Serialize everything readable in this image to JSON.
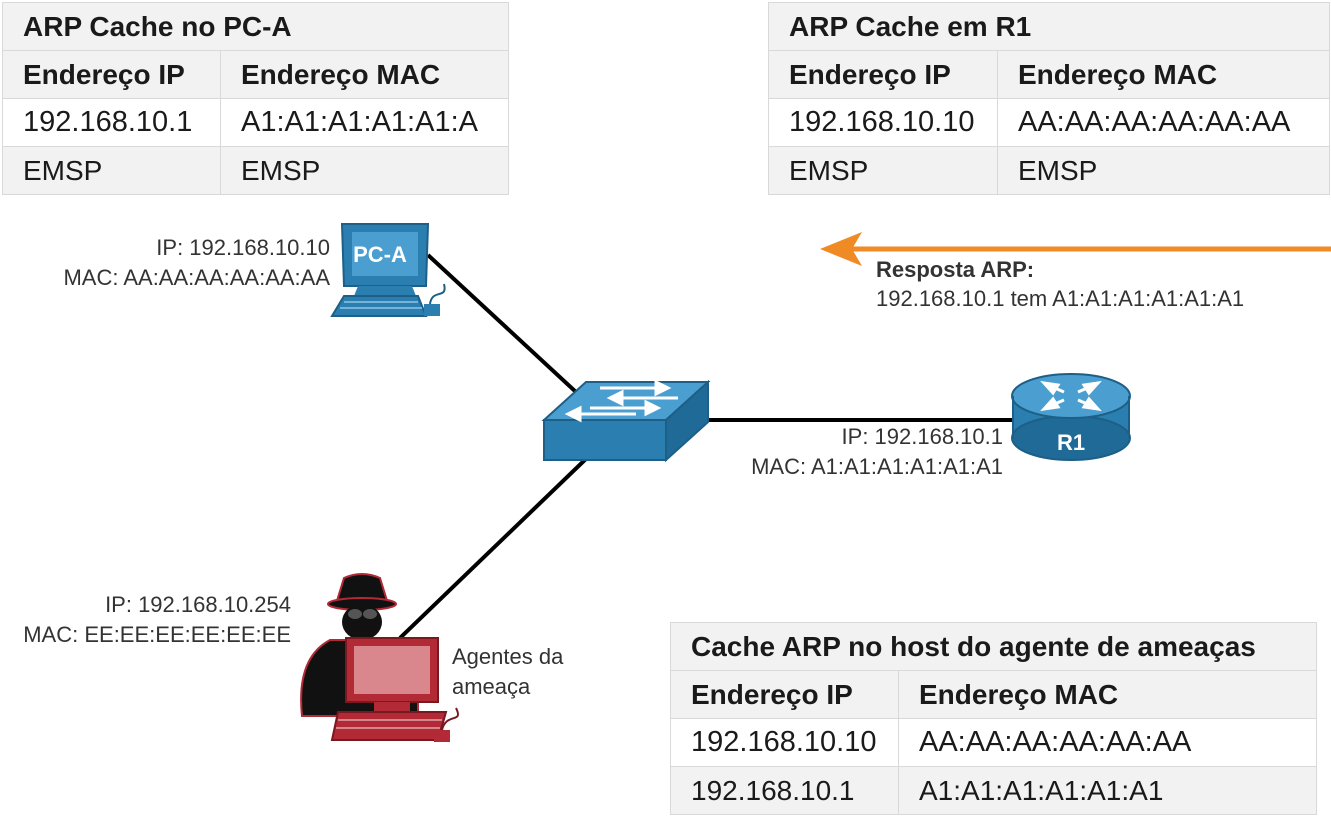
{
  "tables": {
    "pc_a": {
      "title": "ARP Cache no PC-A",
      "col_ip": "Endereço IP",
      "col_mac": "Endereço MAC",
      "rows": [
        {
          "ip": "192.168.10.1",
          "mac": "A1:A1:A1:A1:A1:A"
        },
        {
          "ip": "EMSP",
          "mac": "EMSP"
        }
      ]
    },
    "r1": {
      "title": "ARP Cache em R1",
      "col_ip": "Endereço IP",
      "col_mac": "Endereço MAC",
      "rows": [
        {
          "ip": "192.168.10.10",
          "mac": "AA:AA:AA:AA:AA:AA"
        },
        {
          "ip": "EMSP",
          "mac": "EMSP"
        }
      ]
    },
    "attacker": {
      "title": "Cache ARP no host do agente de ameaças",
      "col_ip": "Endereço IP",
      "col_mac": "Endereço MAC",
      "rows": [
        {
          "ip": "192.168.10.10",
          "mac": "AA:AA:AA:AA:AA:AA"
        },
        {
          "ip": "192.168.10.1",
          "mac": "A1:A1:A1:A1:A1:A1"
        }
      ]
    }
  },
  "devices": {
    "pc_a": {
      "label": "PC-A",
      "ip": "IP: 192.168.10.10",
      "mac": "MAC: AA:AA:AA:AA:AA:AA"
    },
    "r1": {
      "label": "R1",
      "ip": "IP: 192.168.10.1",
      "mac": "MAC: A1:A1:A1:A1:A1:A1"
    },
    "attacker": {
      "name_line1": "Agentes da",
      "name_line2": "ameaça",
      "ip": "IP: 192.168.10.254",
      "mac": "MAC: EE:EE:EE:EE:EE:EE"
    }
  },
  "arp_reply": {
    "title": "Resposta ARP:",
    "text": "192.168.10.1 tem A1:A1:A1:A1:A1:A1",
    "arrow_color": "#f08a24"
  },
  "colors": {
    "device_blue": "#2a7fb0",
    "attacker_red": "#b22a36",
    "link": "#000000"
  }
}
